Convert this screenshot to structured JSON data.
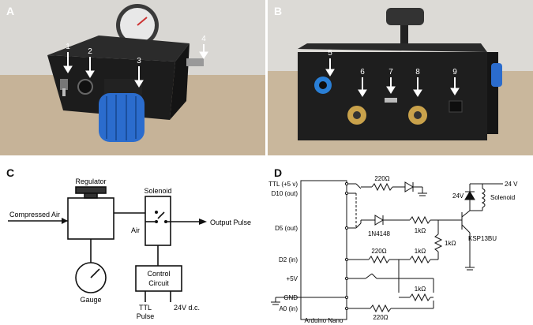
{
  "panels": {
    "a": {
      "letter": "A",
      "markers": [
        "1",
        "2",
        "3",
        "4"
      ]
    },
    "b": {
      "letter": "B",
      "markers": [
        "5",
        "6",
        "7",
        "8",
        "9"
      ]
    },
    "c": {
      "letter": "C",
      "regulator": "Regulator",
      "solenoid": "Solenoid",
      "compressed_air": "Compressed Air",
      "air": "Air",
      "output_pulse": "Output Pulse",
      "gauge": "Gauge",
      "control_line1": "Control",
      "control_line2": "Circuit",
      "ttl_line1": "TTL",
      "ttl_line2": "Pulse",
      "supply": "24V d.c."
    },
    "d": {
      "letter": "D",
      "pins": [
        "TTL (+5 v)",
        "D10 (out)",
        "D5 (out)",
        "D2 (in)",
        "+5V",
        "GND",
        "A0 (in)"
      ],
      "r_top": "220Ω",
      "r_d5": "1kΩ",
      "r_vert": "1kΩ",
      "r_d2a": "220Ω",
      "r_d2b": "1kΩ",
      "r_a0a": "1kΩ",
      "r_a0b": "220Ω",
      "diode": "1N4148",
      "transistor": "KSP13BU",
      "v24_right": "24 V",
      "v24_left": "24V",
      "solenoid": "Solenoid",
      "board": "Arduino Nano"
    }
  },
  "colors": {
    "photo_bg": "#c9c5bf",
    "table": "#c8c2ba",
    "box": "#1f1f1f",
    "knob": "#2a6fd0",
    "gold": "#c9a24b"
  }
}
